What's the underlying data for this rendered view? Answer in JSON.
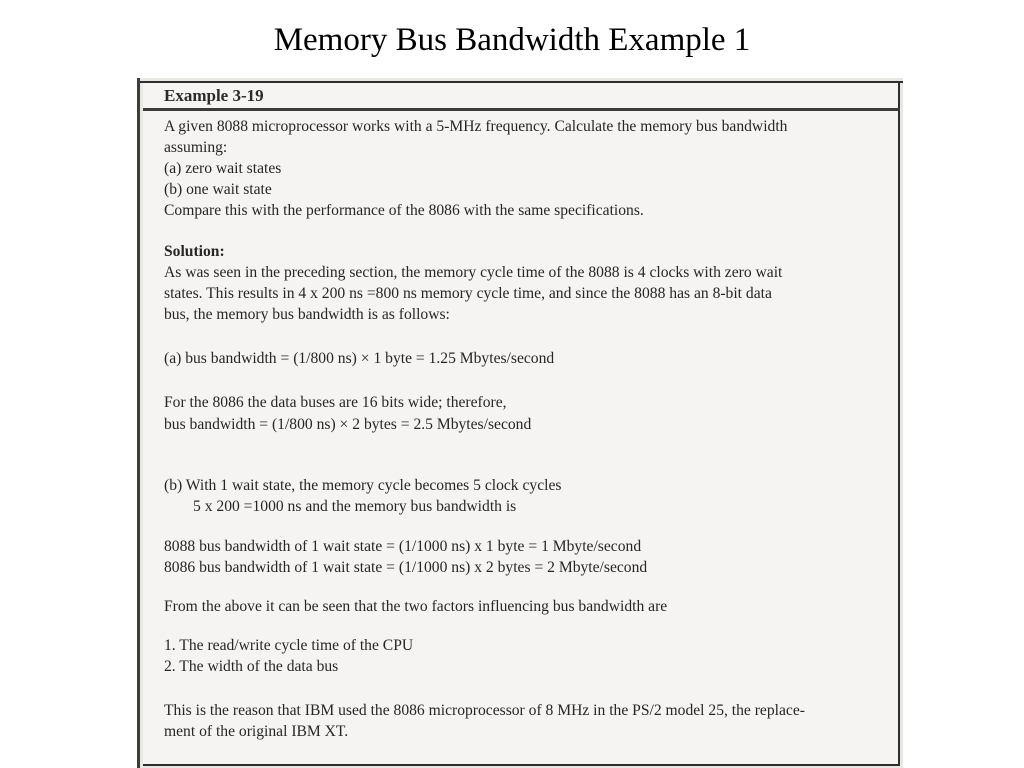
{
  "slide": {
    "title": "Memory Bus Bandwidth Example 1"
  },
  "example": {
    "heading": "Example 3-19",
    "problem": [
      "A given 8088 microprocessor works with a 5-MHz frequency.  Calculate the memory bus bandwidth",
      "assuming:",
      "(a) zero wait states",
      "(b) one wait state",
      "Compare this with the performance of the 8086 with the same specifications."
    ],
    "solution_label": "Solution:",
    "solution_intro": [
      "As was seen in the preceding section, the memory cycle time of the 8088 is 4 clocks with zero wait",
      "states.  This results in 4 x 200 ns =800 ns memory cycle time, and since the 8088 has an 8-bit data",
      "bus, the memory bus bandwidth is as follows:"
    ],
    "part_a": "(a) bus bandwidth = (1/800 ns) × 1 byte = 1.25 Mbytes/second",
    "comparison_8086": [
      "For the 8086 the data buses are 16 bits wide; therefore,",
      "bus bandwidth = (1/800 ns) × 2 bytes = 2.5 Mbytes/second"
    ],
    "part_b": [
      "(b)  With 1 wait state, the memory cycle becomes 5 clock cycles",
      "5 x 200 =1000 ns and the memory bus bandwidth is"
    ],
    "wait_state_results": [
      "8088 bus bandwidth of 1 wait state = (1/1000 ns) x 1 byte = 1 Mbyte/second",
      "8086 bus bandwidth of 1 wait state = (1/1000 ns) x 2 bytes = 2 Mbyte/second"
    ],
    "factors_intro": "From the above it can be seen that the two factors influencing bus bandwidth are",
    "factors": [
      "1. The read/write cycle time of the CPU",
      "2. The width of the data bus"
    ],
    "conclusion": [
      "This is the reason that IBM used the 8086 microprocessor of 8 MHz in the PS/2 model 25, the replace-",
      "ment of the original IBM XT."
    ]
  }
}
